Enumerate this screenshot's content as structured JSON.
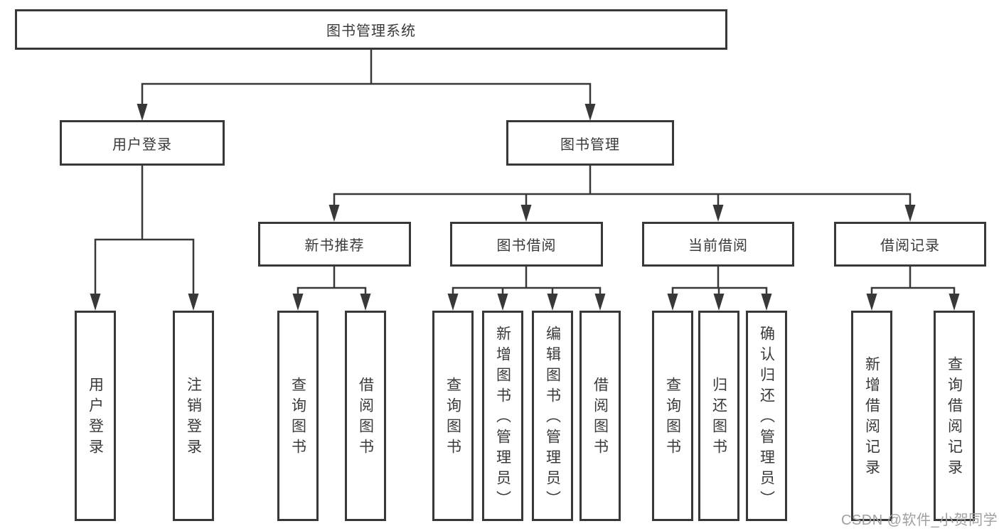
{
  "diagram": {
    "root": {
      "label": "图书管理系统"
    },
    "level2": {
      "user_login": {
        "label": "用户登录"
      },
      "book_mgmt": {
        "label": "图书管理"
      }
    },
    "level3": {
      "new_books": {
        "label": "新书推荐"
      },
      "book_borrow": {
        "label": "图书借阅"
      },
      "current_borrow": {
        "label": "当前借阅"
      },
      "borrow_records": {
        "label": "借阅记录"
      }
    },
    "leaves": {
      "user_login": "用户登录",
      "logout": "注销登录",
      "nb_query": "查询图书",
      "nb_borrow": "借阅图书",
      "bb_query": "查询图书",
      "bb_add": "新增图书（管理员）",
      "bb_edit": "编辑图书（管理员）",
      "bb_borrow": "借阅图书",
      "cb_query": "查询图书",
      "cb_return": "归还图书",
      "cb_confirm": "确认归还（管理员）",
      "br_add": "新增借阅记录",
      "br_query": "查询借阅记录"
    }
  },
  "watermark": "CSDN @软件_小贺同学",
  "colors": {
    "line": "#383838",
    "text": "#3a3a3a",
    "watermark": "#a0a0a0",
    "background": "#ffffff"
  }
}
